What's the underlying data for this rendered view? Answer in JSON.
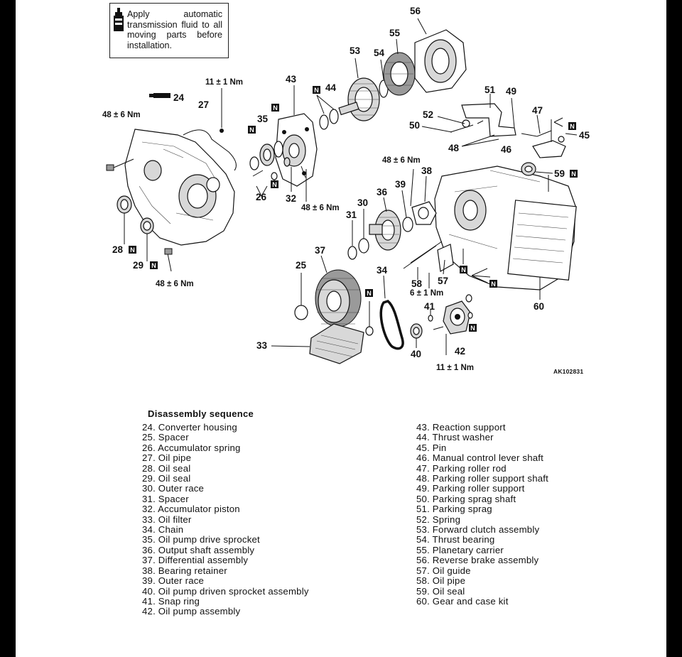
{
  "note": {
    "text": "Apply automatic transmission fluid to all moving parts before installation.",
    "icon": "fluid-bottle-icon"
  },
  "diagram": {
    "drawing_code": "AK102831",
    "callouts": [
      {
        "num": "24"
      },
      {
        "num": "25"
      },
      {
        "num": "26"
      },
      {
        "num": "27"
      },
      {
        "num": "28"
      },
      {
        "num": "29"
      },
      {
        "num": "30"
      },
      {
        "num": "31"
      },
      {
        "num": "32"
      },
      {
        "num": "33"
      },
      {
        "num": "34"
      },
      {
        "num": "35"
      },
      {
        "num": "36"
      },
      {
        "num": "37"
      },
      {
        "num": "38"
      },
      {
        "num": "39"
      },
      {
        "num": "40"
      },
      {
        "num": "41"
      },
      {
        "num": "42"
      },
      {
        "num": "43"
      },
      {
        "num": "44"
      },
      {
        "num": "45"
      },
      {
        "num": "46"
      },
      {
        "num": "47"
      },
      {
        "num": "48"
      },
      {
        "num": "49"
      },
      {
        "num": "50"
      },
      {
        "num": "51"
      },
      {
        "num": "52"
      },
      {
        "num": "53"
      },
      {
        "num": "54"
      },
      {
        "num": "55"
      },
      {
        "num": "56"
      },
      {
        "num": "57"
      },
      {
        "num": "58"
      },
      {
        "num": "59"
      },
      {
        "num": "60"
      }
    ],
    "torques": {
      "t11_top": "11 ± 1 Nm",
      "t48_left": "48 ± 6 Nm",
      "t48_bottom_left": "48 ± 6 Nm",
      "t48_center": "48 ± 6 Nm",
      "t48_right": "48 ± 6 Nm",
      "t6": "6 ± 1 Nm",
      "t11_bottom": "11 ± 1 Nm"
    },
    "new_part_mark": "N"
  },
  "sequence": {
    "title": "Disassembly sequence",
    "left": [
      "24. Converter housing",
      "25. Spacer",
      "26. Accumulator spring",
      "27. Oil pipe",
      "28. Oil seal",
      "29. Oil seal",
      "30. Outer race",
      "31. Spacer",
      "32. Accumulator piston",
      "33. Oil filter",
      "34. Chain",
      "35. Oil pump drive sprocket",
      "36. Output shaft assembly",
      "37. Differential assembly",
      "38. Bearing retainer",
      "39. Outer race",
      "40. Oil pump driven sprocket assembly",
      "41. Snap ring",
      "42. Oil pump assembly"
    ],
    "right": [
      "43. Reaction support",
      "44. Thrust washer",
      "45. Pin",
      "46. Manual control lever shaft",
      "47. Parking roller rod",
      "48. Parking roller support shaft",
      "49. Parking roller support",
      "50. Parking sprag shaft",
      "51. Parking sprag",
      "52. Spring",
      "53. Forward clutch assembly",
      "54. Thrust bearing",
      "55. Planetary carrier",
      "56. Reverse brake assembly",
      "57. Oil guide",
      "58. Oil pipe",
      "59. Oil seal",
      "60. Gear and case kit"
    ]
  }
}
